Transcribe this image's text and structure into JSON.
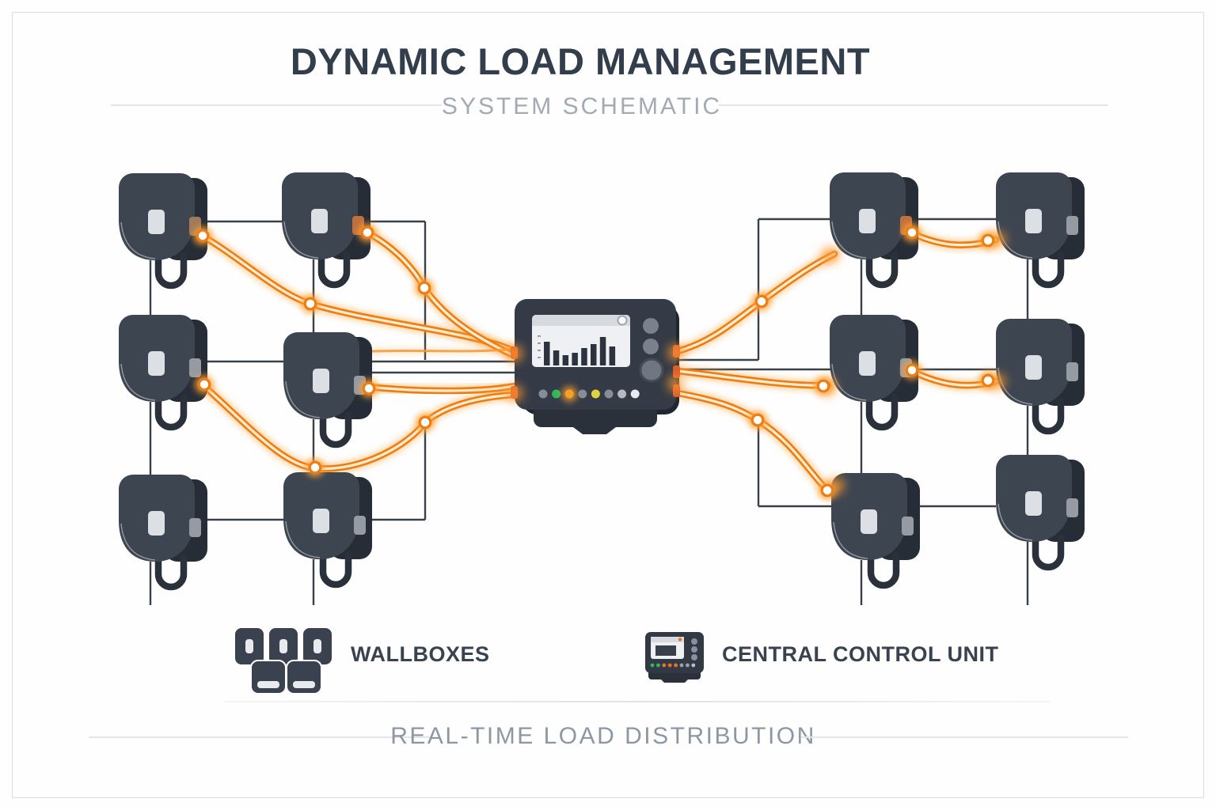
{
  "header": {
    "title": "DYNAMIC LOAD MANAGEMENT",
    "subtitle": "SYSTEM SCHEMATIC"
  },
  "footer": {
    "caption": "REAL-TIME LOAD DISTRIBUTION"
  },
  "legend": [
    {
      "id": "wallboxes",
      "label": "WALLBOXES"
    },
    {
      "id": "central-control-unit",
      "label": "CENTRAL CONTROL UNIT"
    }
  ],
  "diagram": {
    "wallboxes": {
      "left_count": 6,
      "right_count": 6,
      "total": 12
    },
    "control_unit": {
      "screen": {
        "type": "bar",
        "bars": [
          30,
          19,
          13,
          16,
          22,
          27,
          36,
          24
        ]
      },
      "leds": [
        "#878d96",
        "#35b55a",
        "#f6a021",
        "#878d96",
        "#e0d23c",
        "#878d96",
        "#b6bac0",
        "#e8eaed"
      ],
      "glowing_led_index": 2
    },
    "legend_icon_leds": [
      "#35b55a",
      "#35b55a",
      "#e8731e",
      "#e8731e",
      "#e8731e",
      "#9aa0a8",
      "#9aa0a8",
      "#b9bec5"
    ],
    "colors": {
      "cable_rail": "#ee7d13",
      "cable_core": "#ffedd2",
      "cable_halo": "#ffa335",
      "node_core": "#ffffff",
      "node_ring": "#ee7d13",
      "wallbox_body": "#3d4551",
      "wallbox_panel": "#272d37",
      "indicator": "#dcdfe4",
      "wire_line": "#3a404a",
      "unit_body": "#343b47"
    }
  }
}
